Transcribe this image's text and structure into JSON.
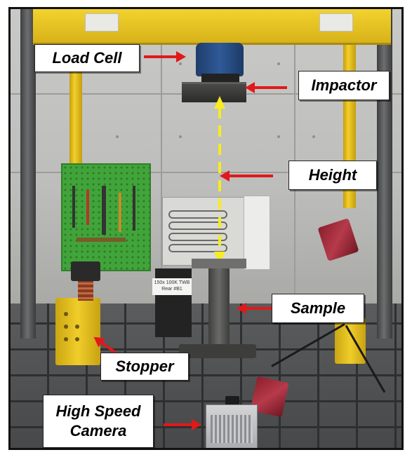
{
  "callouts": {
    "load_cell": "Load Cell",
    "impactor": "Impactor",
    "height": "Height",
    "sample": "Sample",
    "stopper": "Stopper",
    "high_speed_camera_line1": "High Speed",
    "high_speed_camera_line2": "Camera"
  },
  "sample_tag": {
    "line1": "150x 100K TWB",
    "line2": "Rear #B1"
  },
  "colors": {
    "arrow": "#e11919",
    "height_line": "#f7ec1f",
    "frame_yellow": "#f3d22e",
    "load_cell_blue": "#2f5a98"
  }
}
